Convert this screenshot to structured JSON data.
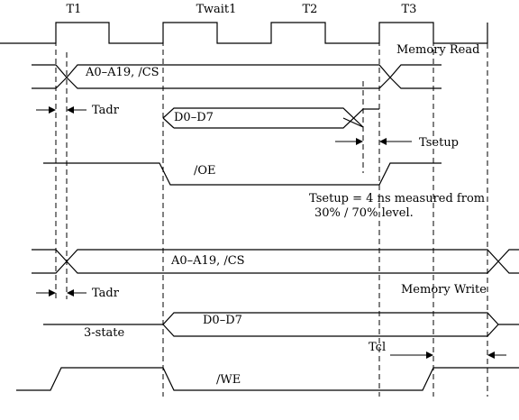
{
  "cycles": [
    "T1",
    "Twait1",
    "T2",
    "T3"
  ],
  "read": {
    "title": "Memory Read",
    "address_label": "A0–A19, /CS",
    "tadr_label": "Tadr",
    "data_label": "D0–D7",
    "tsetup_label": "Tsetup",
    "oe_label": "/OE",
    "note_line1": "Tsetup = 4 ns measured from",
    "note_line2": "30% / 70% level."
  },
  "write": {
    "title": "Memory Write",
    "address_label": "A0–A19, /CS",
    "tadr_label": "Tadr",
    "three_state_label": "3-state",
    "data_label": "D0–D7",
    "tcl_label": "Tcl",
    "we_label": "/WE"
  }
}
